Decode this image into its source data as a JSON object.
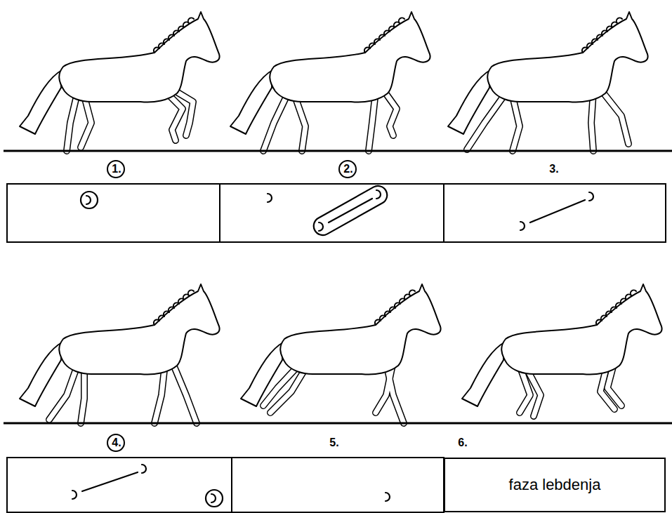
{
  "diagram": {
    "nodes": [
      {
        "text": [
          "faza lebdenja"
        ]
      }
    ],
    "labels": [
      "1.",
      "2.",
      "3.",
      "4.",
      "5.",
      "6."
    ]
  }
}
